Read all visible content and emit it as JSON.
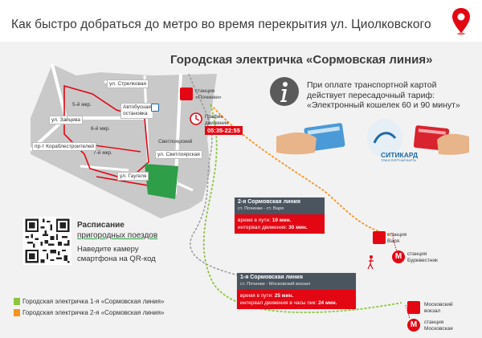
{
  "header": {
    "title": "Как быстро добраться до метро во время перекрытия ул. Циолковского"
  },
  "subtitle": "Городская электричка «Сормовская линия»",
  "fare": {
    "line1": "При оплате транспортной картой",
    "line2": "действует пересадочный тариф:",
    "line3": "«Электронный кошелек 60 и 90 минут»"
  },
  "citicard": {
    "brand": "СИТИКАРД",
    "tagline": "ТРАНСПОРТНАЯ КАРТА"
  },
  "map": {
    "districts": {
      "mkr5": "5-й мкр.",
      "mkr6": "6-й мкр.",
      "mkr7": "7-й мкр.",
      "svetloyarsky": "Светлоярский"
    },
    "streets": {
      "strelkovaya": "ул. Стрелковая",
      "zaytseva": "ул. Зайцева",
      "korablestroiteley": "пр-т Кораблестроителей",
      "svetloyarskaya": "ул. Светлоярская",
      "gaugelya": "ул. Гаугеля"
    },
    "bus_stop": {
      "line1": "Автобусная",
      "line2": "остановка"
    }
  },
  "stations": {
    "pochinki": {
      "line1": "станция",
      "line2": "«Починки»"
    },
    "varya": {
      "line1": "станция",
      "line2": "Варя"
    },
    "burevestnik": {
      "line1": "станция",
      "line2": "Буревестник"
    },
    "moskovsky_vokzal": {
      "line1": "Московский",
      "line2": "вокзал"
    },
    "moskovskaya": {
      "line1": "станция",
      "line2": "Московская"
    }
  },
  "schedule": {
    "line1": "График",
    "line2": "движения",
    "time": "05:35-22:55"
  },
  "routes": [
    {
      "name": "2-я Сормовская линия",
      "segment": "ст. Починки - ст. Варя",
      "travel_label": "время в пути:",
      "travel_value": "10 мин.",
      "interval_label": "интервал движения:",
      "interval_value": "30 мин."
    },
    {
      "name": "1-я  Сормовская линия",
      "segment": "ст. Починки - Московский вокзал",
      "travel_label": "время в пути:",
      "travel_value": "25 мин.",
      "interval_label": "интервал движения в часы пик:",
      "interval_value": "24 мин."
    }
  ],
  "qr": {
    "title": "Расписание",
    "subtitle": "пригородных поездов",
    "help_line1": "Наведите камеру",
    "help_line2": "смартфона на QR-код"
  },
  "legend": [
    {
      "label": "Городская электричка 1-я  «Сормовская линия»",
      "color": "#8cc63f"
    },
    {
      "label": "Городская электричка 2-я  «Сормовская линия»",
      "color": "#f7941d"
    }
  ],
  "colors": {
    "accent_red": "#e30613",
    "card_dark": "#4a5560",
    "map_gray": "#c8c8c8",
    "park_green": "#2e9e48",
    "info_gray": "#5a5a5a"
  }
}
